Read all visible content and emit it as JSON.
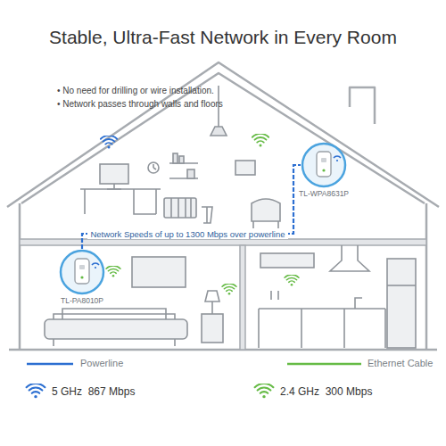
{
  "diagram": {
    "title": "Stable, Ultra-Fast Network in Every Room",
    "nodes": [
      {
        "text": [
          "TL-WPA8631P"
        ]
      },
      {
        "text": [
          "TL-PA8010P"
        ]
      }
    ],
    "edges": [
      {
        "from": 1,
        "to": 0,
        "arrow": "none",
        "label": "Network Speeds of up to 1300 Mbps over powerline"
      }
    ],
    "labels": [
      "• No need for drilling or wire installation.",
      "• Network passes through walls and floors"
    ],
    "legend": [
      {
        "text": "Powerline"
      },
      {
        "text": "Ethernet Cable"
      },
      {
        "text": "5 GHz  867 Mbps"
      },
      {
        "text": "2.4 GHz  300 Mbps"
      }
    ]
  }
}
